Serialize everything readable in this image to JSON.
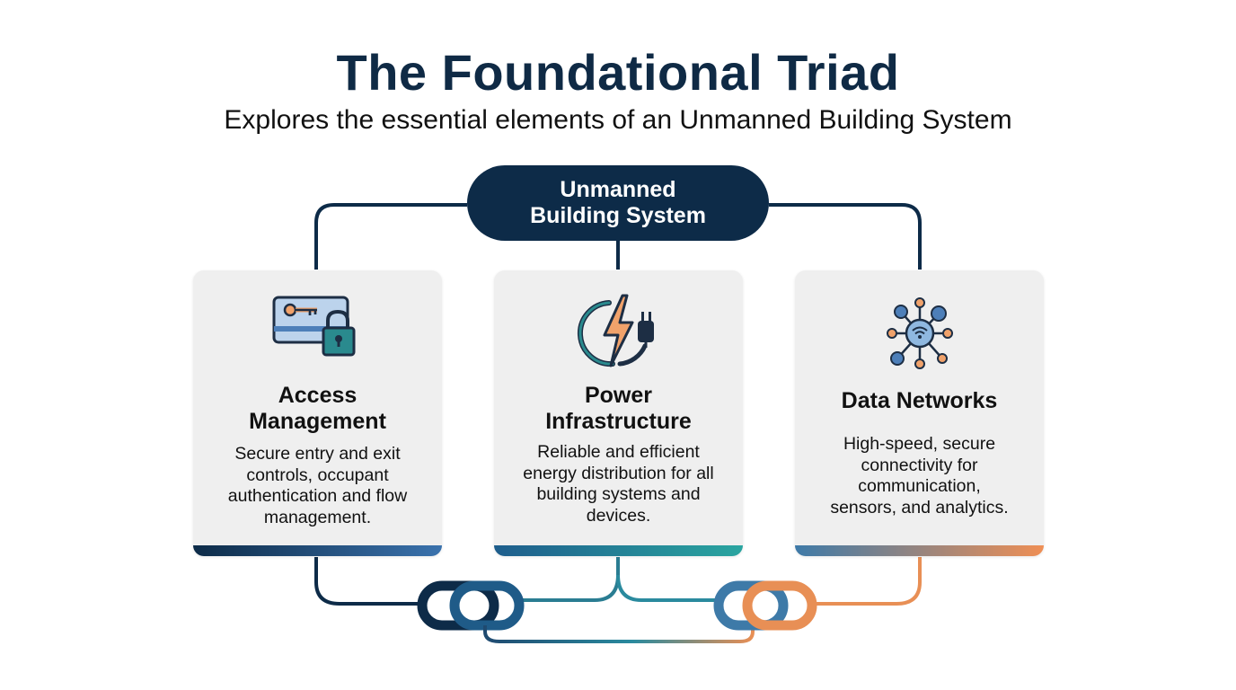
{
  "header": {
    "title": "The Foundational Triad",
    "subtitle": "Explores the essential elements of an Unmanned Building System"
  },
  "hub": {
    "label_lines": [
      "Unmanned",
      "Building System"
    ]
  },
  "cards": [
    {
      "title_lines": [
        "Access",
        "Management"
      ],
      "description_lines": [
        "Secure entry and exit",
        "controls, occupant",
        "authentication and flow",
        "management."
      ],
      "icon": "keycard-lock-icon"
    },
    {
      "title_lines": [
        "Power",
        "Infrastructure"
      ],
      "description_lines": [
        "Reliable and efficient",
        "energy distribution for all",
        "building systems and",
        "devices."
      ],
      "icon": "power-plug-lightning-icon"
    },
    {
      "title_lines": [
        "Data Networks"
      ],
      "description_lines": [
        "High-speed, secure",
        "connectivity for",
        "communication,",
        "sensors, and analytics."
      ],
      "icon": "network-hub-icon"
    }
  ],
  "colors": {
    "navy": "#0d2b48",
    "blue": "#2f6ea5",
    "teal": "#2a9aa0",
    "orange": "#e88f55",
    "card_bg": "#efefef"
  }
}
